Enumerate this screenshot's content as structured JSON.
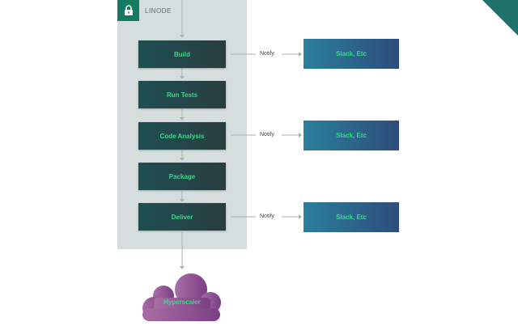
{
  "panel": {
    "label": "LINODE"
  },
  "stages": [
    {
      "label": "Build"
    },
    {
      "label": "Run Tests"
    },
    {
      "label": "Code Analysis"
    },
    {
      "label": "Package"
    },
    {
      "label": "Deliver"
    }
  ],
  "notify_label": "Notify",
  "targets": [
    {
      "label": "Slack, Etc"
    },
    {
      "label": "Slack, Etc"
    },
    {
      "label": "Slack, Etc"
    }
  ],
  "cloud": {
    "label": "Hyperscaler"
  },
  "colors": {
    "panel_bg": "#d5dedd",
    "brand_green": "#147a62",
    "label_green": "#39d98a",
    "stage_dark": "#2a3d40",
    "target_blue": "#2e4c7a",
    "cloud_purple": "#8c4a8e"
  }
}
